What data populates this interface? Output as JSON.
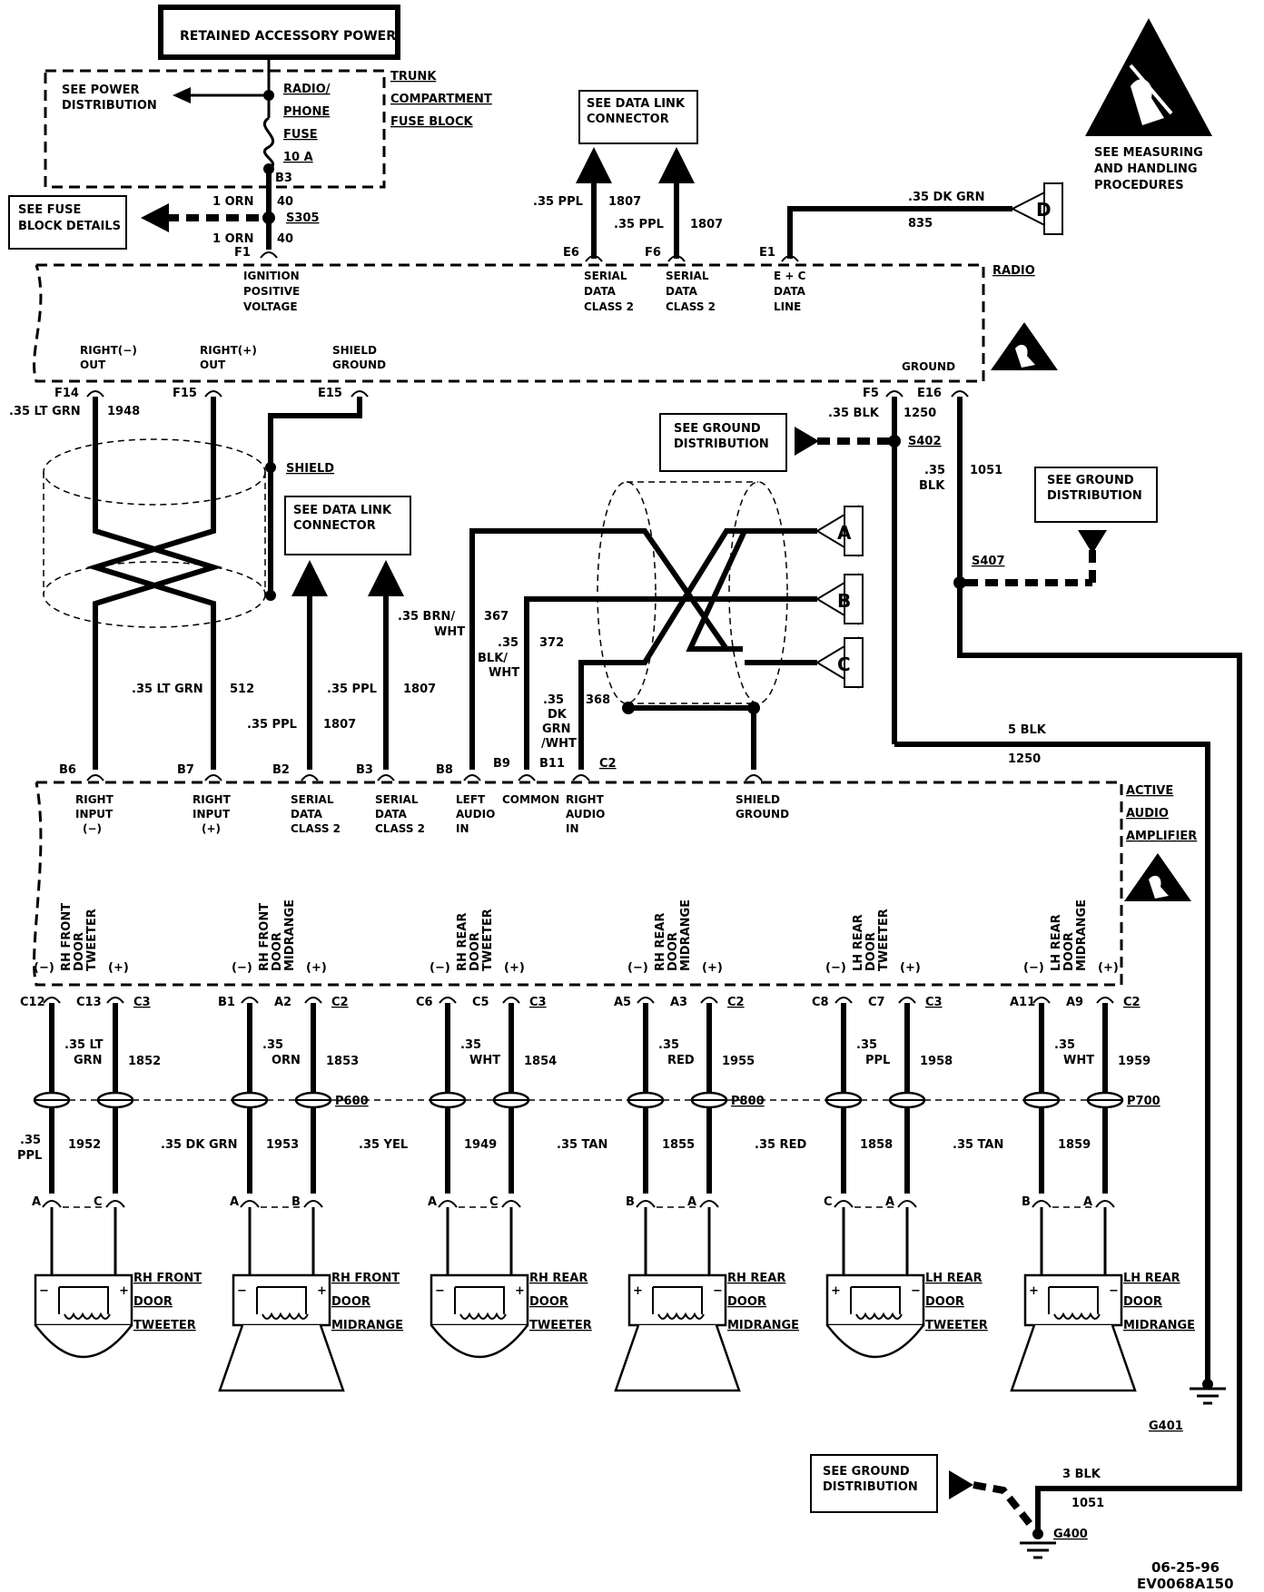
{
  "header": {
    "retained_power": "RETAINED ACCESSORY POWER",
    "see_power_distribution": [
      "SEE POWER",
      "DISTRIBUTION"
    ],
    "fuse_name": [
      "RADIO/",
      "PHONE",
      "FUSE",
      "10 A"
    ],
    "fuse_block": [
      "TRUNK",
      "COMPARTMENT",
      "FUSE BLOCK"
    ],
    "fuse_details": [
      "SEE FUSE",
      "BLOCK DETAILS"
    ],
    "b3": "B3",
    "f1": "F1",
    "s305": "S305",
    "wire_orn_top": "1 ORN",
    "wire_orn_top_num": "40",
    "wire_orn_bot": "1 ORN",
    "wire_orn_bot_num": "40"
  },
  "esd": {
    "label": [
      "SEE MEASURING",
      "AND HANDLING",
      "PROCEDURES"
    ]
  },
  "data_link": {
    "see_dlc_top": [
      "SEE DATA LINK",
      "CONNECTOR"
    ],
    "see_dlc_mid": [
      "SEE DATA LINK",
      "CONNECTOR"
    ],
    "e6_wire": ".35 PPL",
    "e6_num": "1807",
    "f6_wire": ".35 PPL",
    "f6_num": "1807",
    "e6": "E6",
    "f6": "F6",
    "e1": "E1",
    "dkgrn": ".35 DK GRN",
    "dkgrn_num": "835",
    "conn_d": "D"
  },
  "radio": {
    "label": "RADIO",
    "ign": [
      "IGNITION",
      "POSITIVE",
      "VOLTAGE"
    ],
    "serial1": [
      "SERIAL",
      "DATA",
      "CLASS 2"
    ],
    "serial2": [
      "SERIAL",
      "DATA",
      "CLASS 2"
    ],
    "ec": [
      "E + C",
      "DATA",
      "LINE"
    ],
    "right_neg": [
      "RIGHT(−)",
      "OUT"
    ],
    "right_pos": [
      "RIGHT(+)",
      "OUT"
    ],
    "shield_ground": [
      "SHIELD",
      "GROUND"
    ],
    "ground": "GROUND",
    "f14": "F14",
    "f15": "F15",
    "e15": "E15",
    "f5": "F5",
    "e16": "E16"
  },
  "mid": {
    "ltgrn": ".35 LT GRN",
    "ltgrn_num": "1948",
    "shield": "SHIELD",
    "blk_1250": ".35 BLK",
    "num_1250": "1250",
    "s402": "S402",
    "see_ground_1": [
      "SEE GROUND",
      "DISTRIBUTION"
    ],
    "see_ground_2": [
      "SEE GROUND",
      "DISTRIBUTION"
    ],
    "blk_035": [
      ".35",
      "BLK"
    ],
    "num_1051": "1051",
    "s407": "S407",
    "conn_a": "A",
    "conn_b": "B",
    "conn_c": "C",
    "brnwht": [
      ".35 BRN/",
      "WHT"
    ],
    "num_367": "367",
    "blkwht": [
      ".35",
      "BLK/",
      "WHT"
    ],
    "num_372": "372",
    "dkgrnwht": [
      ".35",
      "DK",
      "GRN",
      "/WHT"
    ],
    "num_368": "368",
    "ltgrn512": ".35 LT GRN",
    "num_512": "512",
    "ppl_b2": ".35 PPL",
    "num_b2": "1807",
    "ppl_b3": ".35 PPL",
    "num_b3": "1807",
    "blk5": "5 BLK",
    "num5": "1250"
  },
  "amp": {
    "label": [
      "ACTIVE",
      "AUDIO",
      "AMPLIFIER"
    ],
    "pins": [
      "B6",
      "B7",
      "B2",
      "B3",
      "B8",
      "B9",
      "B11",
      "C2"
    ],
    "right_input_neg": [
      "RIGHT",
      "INPUT",
      "(−)"
    ],
    "right_input_pos": [
      "RIGHT",
      "INPUT",
      "(+)"
    ],
    "serial1": [
      "SERIAL",
      "DATA",
      "CLASS 2"
    ],
    "serial2": [
      "SERIAL",
      "DATA",
      "CLASS 2"
    ],
    "left_audio": [
      "LEFT",
      "AUDIO",
      "IN"
    ],
    "common": "COMMON",
    "right_audio": [
      "RIGHT",
      "AUDIO",
      "IN"
    ],
    "shield_ground": [
      "SHIELD",
      "GROUND"
    ]
  },
  "channels": [
    {
      "vlabel": [
        "RH FRONT",
        "DOOR",
        "TWEETER"
      ],
      "neg_pin": "C12",
      "pos_pin1": "C13",
      "pos_pin2": "C3",
      "wire_top": [
        ".35 LT",
        "GRN"
      ],
      "num_top": "1852",
      "wire_bot": [
        ".35",
        "PPL"
      ],
      "num_bot": "1952",
      "neg_term": "A",
      "pos_term": "C",
      "name": [
        "RH FRONT",
        "DOOR",
        "TWEETER"
      ],
      "type": "tweeter",
      "conn": "",
      "polarity": [
        "−",
        "+"
      ]
    },
    {
      "vlabel": [
        "RH FRONT",
        "DOOR",
        "MIDRANGE"
      ],
      "neg_pin": "B1",
      "pos_pin1": "A2",
      "pos_pin2": "C2",
      "wire_top": [
        ".35",
        "ORN"
      ],
      "num_top": "1853",
      "wire_bot": [
        ".35 DK GRN"
      ],
      "num_bot": "1953",
      "neg_term": "A",
      "pos_term": "B",
      "name": [
        "RH FRONT",
        "DOOR",
        "MIDRANGE"
      ],
      "type": "mid",
      "conn": "P600",
      "polarity": [
        "−",
        "+"
      ]
    },
    {
      "vlabel": [
        "RH REAR",
        "DOOR",
        "TWEETER"
      ],
      "neg_pin": "C6",
      "pos_pin1": "C5",
      "pos_pin2": "C3",
      "wire_top": [
        ".35",
        "WHT"
      ],
      "num_top": "1854",
      "wire_bot": [
        ".35 YEL"
      ],
      "num_bot": "1949",
      "neg_term": "A",
      "pos_term": "C",
      "name": [
        "RH REAR",
        "DOOR",
        "TWEETER"
      ],
      "type": "tweeter",
      "conn": "",
      "polarity": [
        "−",
        "+"
      ]
    },
    {
      "vlabel": [
        "RH REAR",
        "DOOR",
        "MIDRANGE"
      ],
      "neg_pin": "A5",
      "pos_pin1": "A3",
      "pos_pin2": "C2",
      "wire_top": [
        ".35",
        "RED"
      ],
      "num_top": "1955",
      "wire_bot": [
        ".35 TAN"
      ],
      "num_bot": "1855",
      "neg_term": "B",
      "pos_term": "A",
      "name": [
        "RH REAR",
        "DOOR",
        "MIDRANGE"
      ],
      "type": "mid",
      "conn": "P800",
      "polarity": [
        "+",
        "−"
      ]
    },
    {
      "vlabel": [
        "LH REAR",
        "DOOR",
        "TWEETER"
      ],
      "neg_pin": "C8",
      "pos_pin1": "C7",
      "pos_pin2": "C3",
      "wire_top": [
        ".35",
        "PPL"
      ],
      "num_top": "1958",
      "wire_bot": [
        ".35 RED"
      ],
      "num_bot": "1858",
      "neg_term": "C",
      "pos_term": "A",
      "name": [
        "LH REAR",
        "DOOR",
        "TWEETER"
      ],
      "type": "tweeter",
      "conn": "",
      "polarity": [
        "+",
        "−"
      ]
    },
    {
      "vlabel": [
        "LH REAR",
        "DOOR",
        "MIDRANGE"
      ],
      "neg_pin": "A11",
      "pos_pin1": "A9",
      "pos_pin2": "C2",
      "wire_top": [
        ".35",
        "WHT"
      ],
      "num_top": "1959",
      "wire_bot": [
        ".35 TAN"
      ],
      "num_bot": "1859",
      "neg_term": "B",
      "pos_term": "A",
      "name": [
        "LH REAR",
        "DOOR",
        "MIDRANGE"
      ],
      "type": "mid",
      "conn": "P700",
      "polarity": [
        "+",
        "−"
      ]
    }
  ],
  "polarity_marks": {
    "neg": "(−)",
    "pos": "(+)"
  },
  "ground_bottom": {
    "g401": "G401",
    "g400": "G400",
    "blk3": "3 BLK",
    "num3": "1051",
    "see_ground": [
      "SEE GROUND",
      "DISTRIBUTION"
    ]
  },
  "footer": {
    "date": "06-25-96",
    "code": "EV0068A150"
  }
}
